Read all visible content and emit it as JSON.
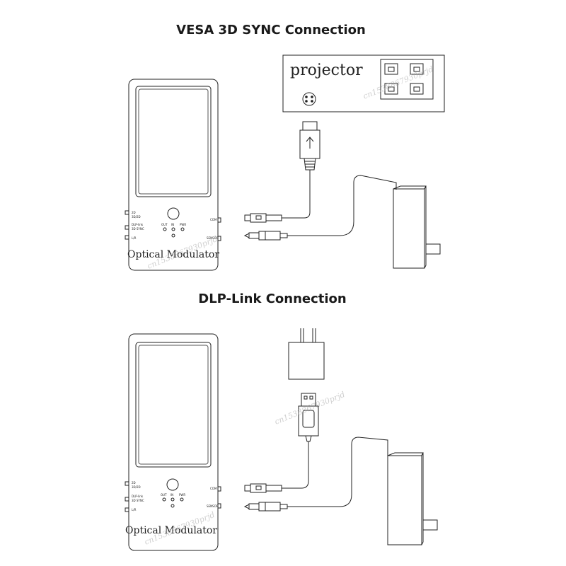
{
  "sections": [
    {
      "title": "VESA 3D SYNC Connection",
      "device_label": "Optical Modulator",
      "projector_label": "projector",
      "device_port_labels": [
        "2D",
        "3D/2D",
        "DLP-link",
        "3D SYNC",
        "L/R"
      ],
      "device_button_labels": [
        "OUT",
        "IN",
        "PWR"
      ],
      "device_side_labels": [
        "COM",
        "SENSOR"
      ]
    },
    {
      "title": "DLP-Link Connection",
      "device_label": "Optical Modulator",
      "device_port_labels": [
        "2D",
        "3D/2D",
        "DLP-link",
        "3D SYNC",
        "L/R"
      ],
      "device_button_labels": [
        "OUT",
        "IN",
        "PWR"
      ],
      "device_side_labels": [
        "COM",
        "SENSOR"
      ]
    }
  ],
  "watermark": "cn1538867930prjd",
  "icons": [
    "projector-icon",
    "rj45-port-icon",
    "mini-din-icon",
    "usb-connector-icon",
    "audio-jack-icon",
    "power-adapter-icon",
    "wall-plug-icon",
    "usb-a-plug-icon"
  ]
}
